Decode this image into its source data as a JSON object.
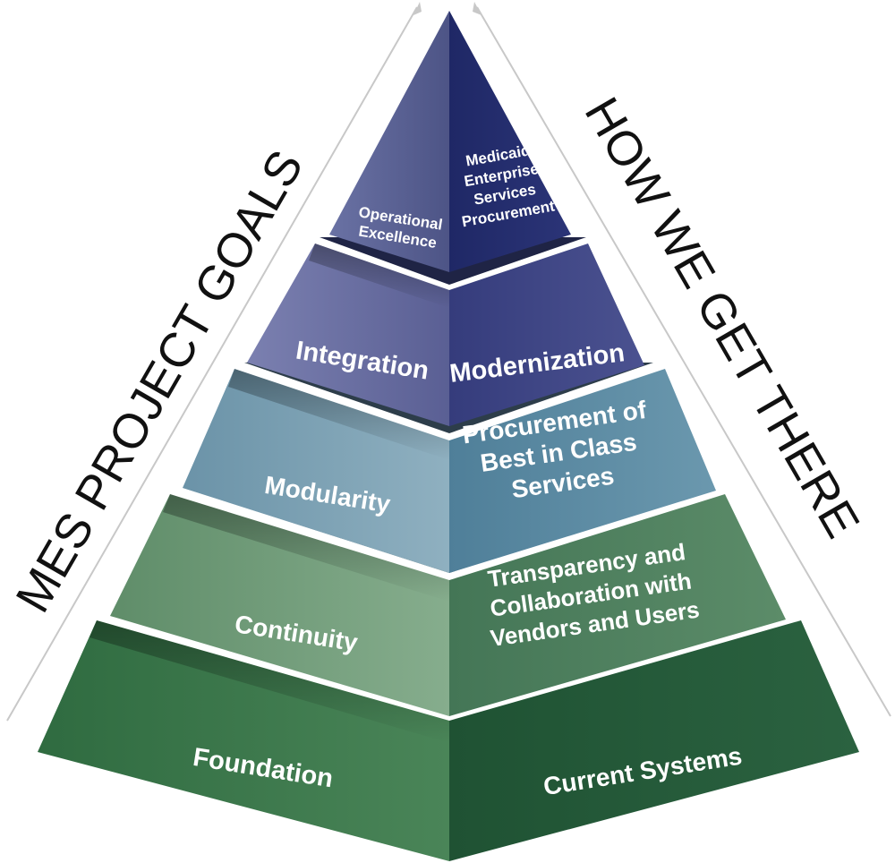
{
  "left_label": "MES PROJECT GOALS",
  "right_label": "HOW WE GET THERE",
  "tiers": [
    {
      "goal": [
        "Operational",
        "Excellence"
      ],
      "means": [
        "Medicaid",
        "Enterprise",
        "Services",
        "Procurement"
      ]
    },
    {
      "goal": [
        "Integration"
      ],
      "means": [
        "Modernization"
      ]
    },
    {
      "goal": [
        "Modularity"
      ],
      "means": [
        "Procurement of",
        "Best in Class",
        "Services"
      ]
    },
    {
      "goal": [
        "Continuity"
      ],
      "means": [
        "Transparency and",
        "Collaboration with",
        "Vendors and Users"
      ]
    },
    {
      "goal": [
        "Foundation"
      ],
      "means": [
        "Current Systems"
      ]
    }
  ],
  "colors": {
    "tier_top_left": "#5b6291",
    "tier_top_right": "#222a68",
    "tier_integration_left": "#6d71a3",
    "tier_integration_right": "#3c4382",
    "tier_modularity_left": "#7fa3b6",
    "tier_modularity_right": "#5a8aa3",
    "tier_continuity_left": "#6f9a78",
    "tier_continuity_right": "#4f7f5e",
    "tier_foundation_left": "#3f7a50",
    "tier_foundation_right": "#24593a",
    "arrow": "#c8c8c8"
  }
}
